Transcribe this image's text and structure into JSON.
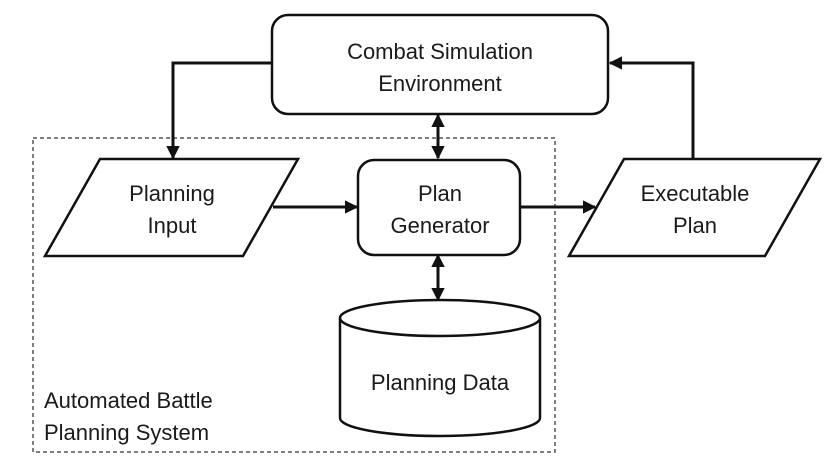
{
  "nodes": {
    "combat_sim": {
      "line1": "Combat Simulation",
      "line2": "Environment"
    },
    "planning_input": {
      "line1": "Planning",
      "line2": "Input"
    },
    "plan_generator": {
      "line1": "Plan",
      "line2": "Generator"
    },
    "executable_plan": {
      "line1": "Executable",
      "line2": "Plan"
    },
    "planning_data": {
      "label": "Planning Data"
    }
  },
  "boundary": {
    "line1": "Automated Battle",
    "line2": "Planning System"
  },
  "edges": [
    {
      "from": "Combat Simulation Environment",
      "to": "Planning Input",
      "direction": "forward"
    },
    {
      "from": "Planning Input",
      "to": "Plan Generator",
      "direction": "forward"
    },
    {
      "from": "Plan Generator",
      "to": "Executable Plan",
      "direction": "forward"
    },
    {
      "from": "Executable Plan",
      "to": "Combat Simulation Environment",
      "direction": "forward"
    },
    {
      "from": "Combat Simulation Environment",
      "to": "Plan Generator",
      "direction": "both"
    },
    {
      "from": "Plan Generator",
      "to": "Planning Data",
      "direction": "both"
    }
  ]
}
